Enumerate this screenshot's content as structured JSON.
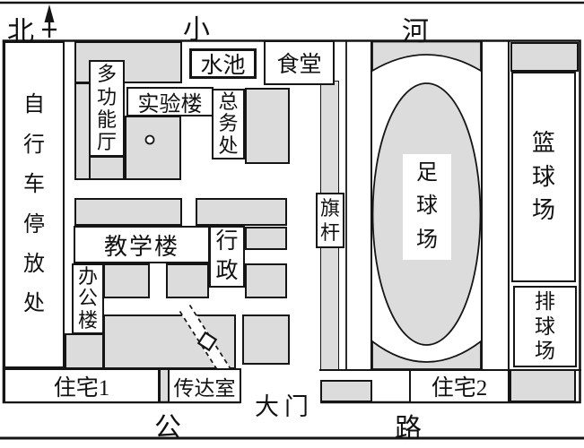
{
  "compass": {
    "north_label": "北"
  },
  "river": {
    "west_char": "小",
    "east_char": "河"
  },
  "road": {
    "west_char": "公",
    "east_char": "路"
  },
  "gate": {
    "label": "大门"
  },
  "areas": {
    "bike_parking": "自行车停放处",
    "multi_hall": "多功能厅",
    "lab_building": "实验楼",
    "water_pool": "水池",
    "general_affairs": "总务处",
    "canteen": "食堂",
    "flagpole": "旗杆",
    "teaching_building": "教学楼",
    "administration": "行政",
    "office_building": "办公楼",
    "residence_1": "住宅1",
    "reception_room": "传达室",
    "residence_2": "住宅2",
    "football_field": "足球场",
    "basketball_court": "篮球场",
    "volleyball_court": "排球场"
  },
  "colors": {
    "block_fill": "#dcdcdc",
    "line": "#151515",
    "background": "#ffffff"
  },
  "icons": {
    "north_arrow": "north-arrow",
    "building_dot": "small-circle-marker",
    "path_gate_marker": "diagonal-path-square-marker"
  }
}
